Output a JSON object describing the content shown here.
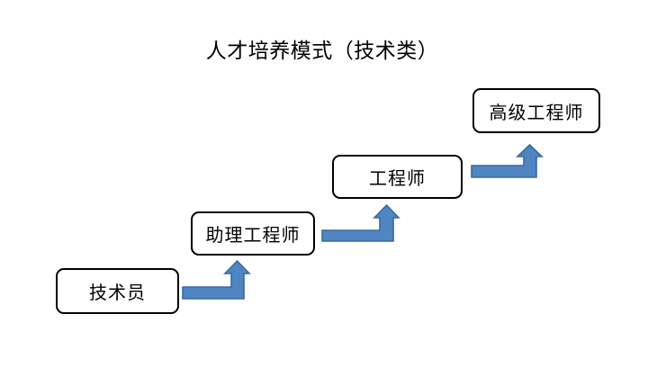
{
  "title": "人才培养模式（技术类）",
  "diagram": {
    "type": "staircase-progression",
    "nodes": [
      {
        "id": "technician",
        "label": "技术员"
      },
      {
        "id": "assistant-engineer",
        "label": "助理工程师"
      },
      {
        "id": "engineer",
        "label": "工程师"
      },
      {
        "id": "senior-engineer",
        "label": "高级工程师"
      }
    ],
    "connectors": [
      {
        "from": "技术员",
        "to": "助理工程师",
        "shape": "bent-up-arrow"
      },
      {
        "from": "助理工程师",
        "to": "工程师",
        "shape": "bent-up-arrow"
      },
      {
        "from": "工程师",
        "to": "高级工程师",
        "shape": "bent-up-arrow"
      }
    ],
    "colors": {
      "arrow_fill": "#4f86c2",
      "arrow_stroke": "#3a68a2",
      "node_border": "#000000",
      "node_fill": "#ffffff",
      "background": "#ffffff",
      "title_color": "#000000"
    }
  }
}
